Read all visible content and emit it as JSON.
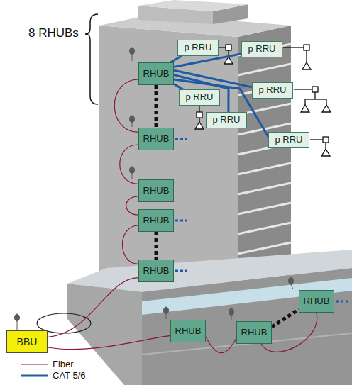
{
  "diagram": {
    "nodes": [
      {
        "text": [
          "p RRU"
        ]
      },
      {
        "text": [
          "p RRU"
        ]
      },
      {
        "text": [
          "p RRU"
        ]
      },
      {
        "text": [
          "p RRU"
        ]
      },
      {
        "text": [
          "p RRU"
        ]
      },
      {
        "text": [
          "p RRU"
        ]
      },
      {
        "text": [
          "RHUB"
        ]
      },
      {
        "text": [
          "RHUB"
        ]
      },
      {
        "text": [
          "RHUB"
        ]
      },
      {
        "text": [
          "RHUB"
        ]
      },
      {
        "text": [
          "RHUB"
        ]
      },
      {
        "text": [
          "RHUB"
        ]
      },
      {
        "text": [
          "RHUB"
        ]
      },
      {
        "text": [
          "RHUB"
        ]
      },
      {
        "text": [
          "BBU"
        ]
      }
    ],
    "edges": [
      {
        "from": 6,
        "to": 0,
        "arrow": "none"
      },
      {
        "from": 6,
        "to": 1,
        "arrow": "none"
      },
      {
        "from": 6,
        "to": 2,
        "arrow": "none"
      },
      {
        "from": 6,
        "to": 3,
        "arrow": "none"
      },
      {
        "from": 6,
        "to": 4,
        "arrow": "none"
      },
      {
        "from": 6,
        "to": 5,
        "arrow": "none"
      },
      {
        "from": 6,
        "to": 7,
        "arrow": "none"
      },
      {
        "from": 9,
        "to": 10,
        "arrow": "none"
      },
      {
        "from": 13,
        "to": 11,
        "arrow": "none"
      },
      {
        "from": 14,
        "to": 10,
        "arrow": "none"
      },
      {
        "from": 10,
        "to": 9,
        "arrow": "none"
      },
      {
        "from": 9,
        "to": 8,
        "arrow": "none"
      },
      {
        "from": 8,
        "to": 7,
        "arrow": "none"
      },
      {
        "from": 7,
        "to": 6,
        "arrow": "none"
      },
      {
        "from": 14,
        "to": 12,
        "arrow": "none"
      },
      {
        "from": 12,
        "to": 13,
        "arrow": "none"
      },
      {
        "from": 13,
        "to": 11,
        "arrow": "none"
      }
    ],
    "labels": [
      "8 RHUBs"
    ],
    "legend": [
      {
        "text": "Fiber"
      },
      {
        "text": "CAT 5/6"
      }
    ]
  }
}
